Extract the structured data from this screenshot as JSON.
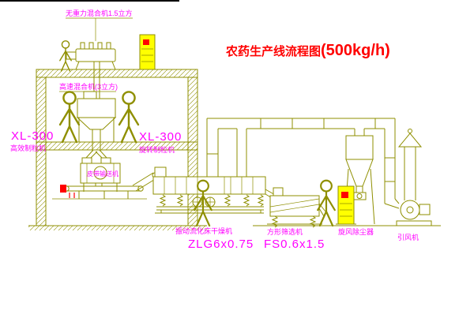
{
  "title": {
    "part1": "农药生产线流程图",
    "part2": "(500kg/h)"
  },
  "colors": {
    "line": "#8f8f00",
    "label": "#ff00ff",
    "title": "#ff0000",
    "equip-yellow": "#ffff00",
    "accent-red": "#ff0000",
    "ink": "#000000",
    "bg": "#ffffff"
  },
  "labels": {
    "gravity_mixer": "无重力混合机1.5立方",
    "high_speed_mixer": "高速混合机(3立方)",
    "granulator_left_model": "XL-300",
    "granulator_left_name": "高效制粒机",
    "granulator_mid_model": "XL-300",
    "granulator_mid_name": "旋转制粒机",
    "belt_conveyor": "皮带输送机",
    "dryer_name": "振动流化床干燥机",
    "dryer_model": "ZLG6x0.75",
    "sieve_name": "方形筛选机",
    "sieve_model": "FS0.6x1.5",
    "cyclone_name": "旋风除尘器",
    "fan_name": "引风机"
  }
}
